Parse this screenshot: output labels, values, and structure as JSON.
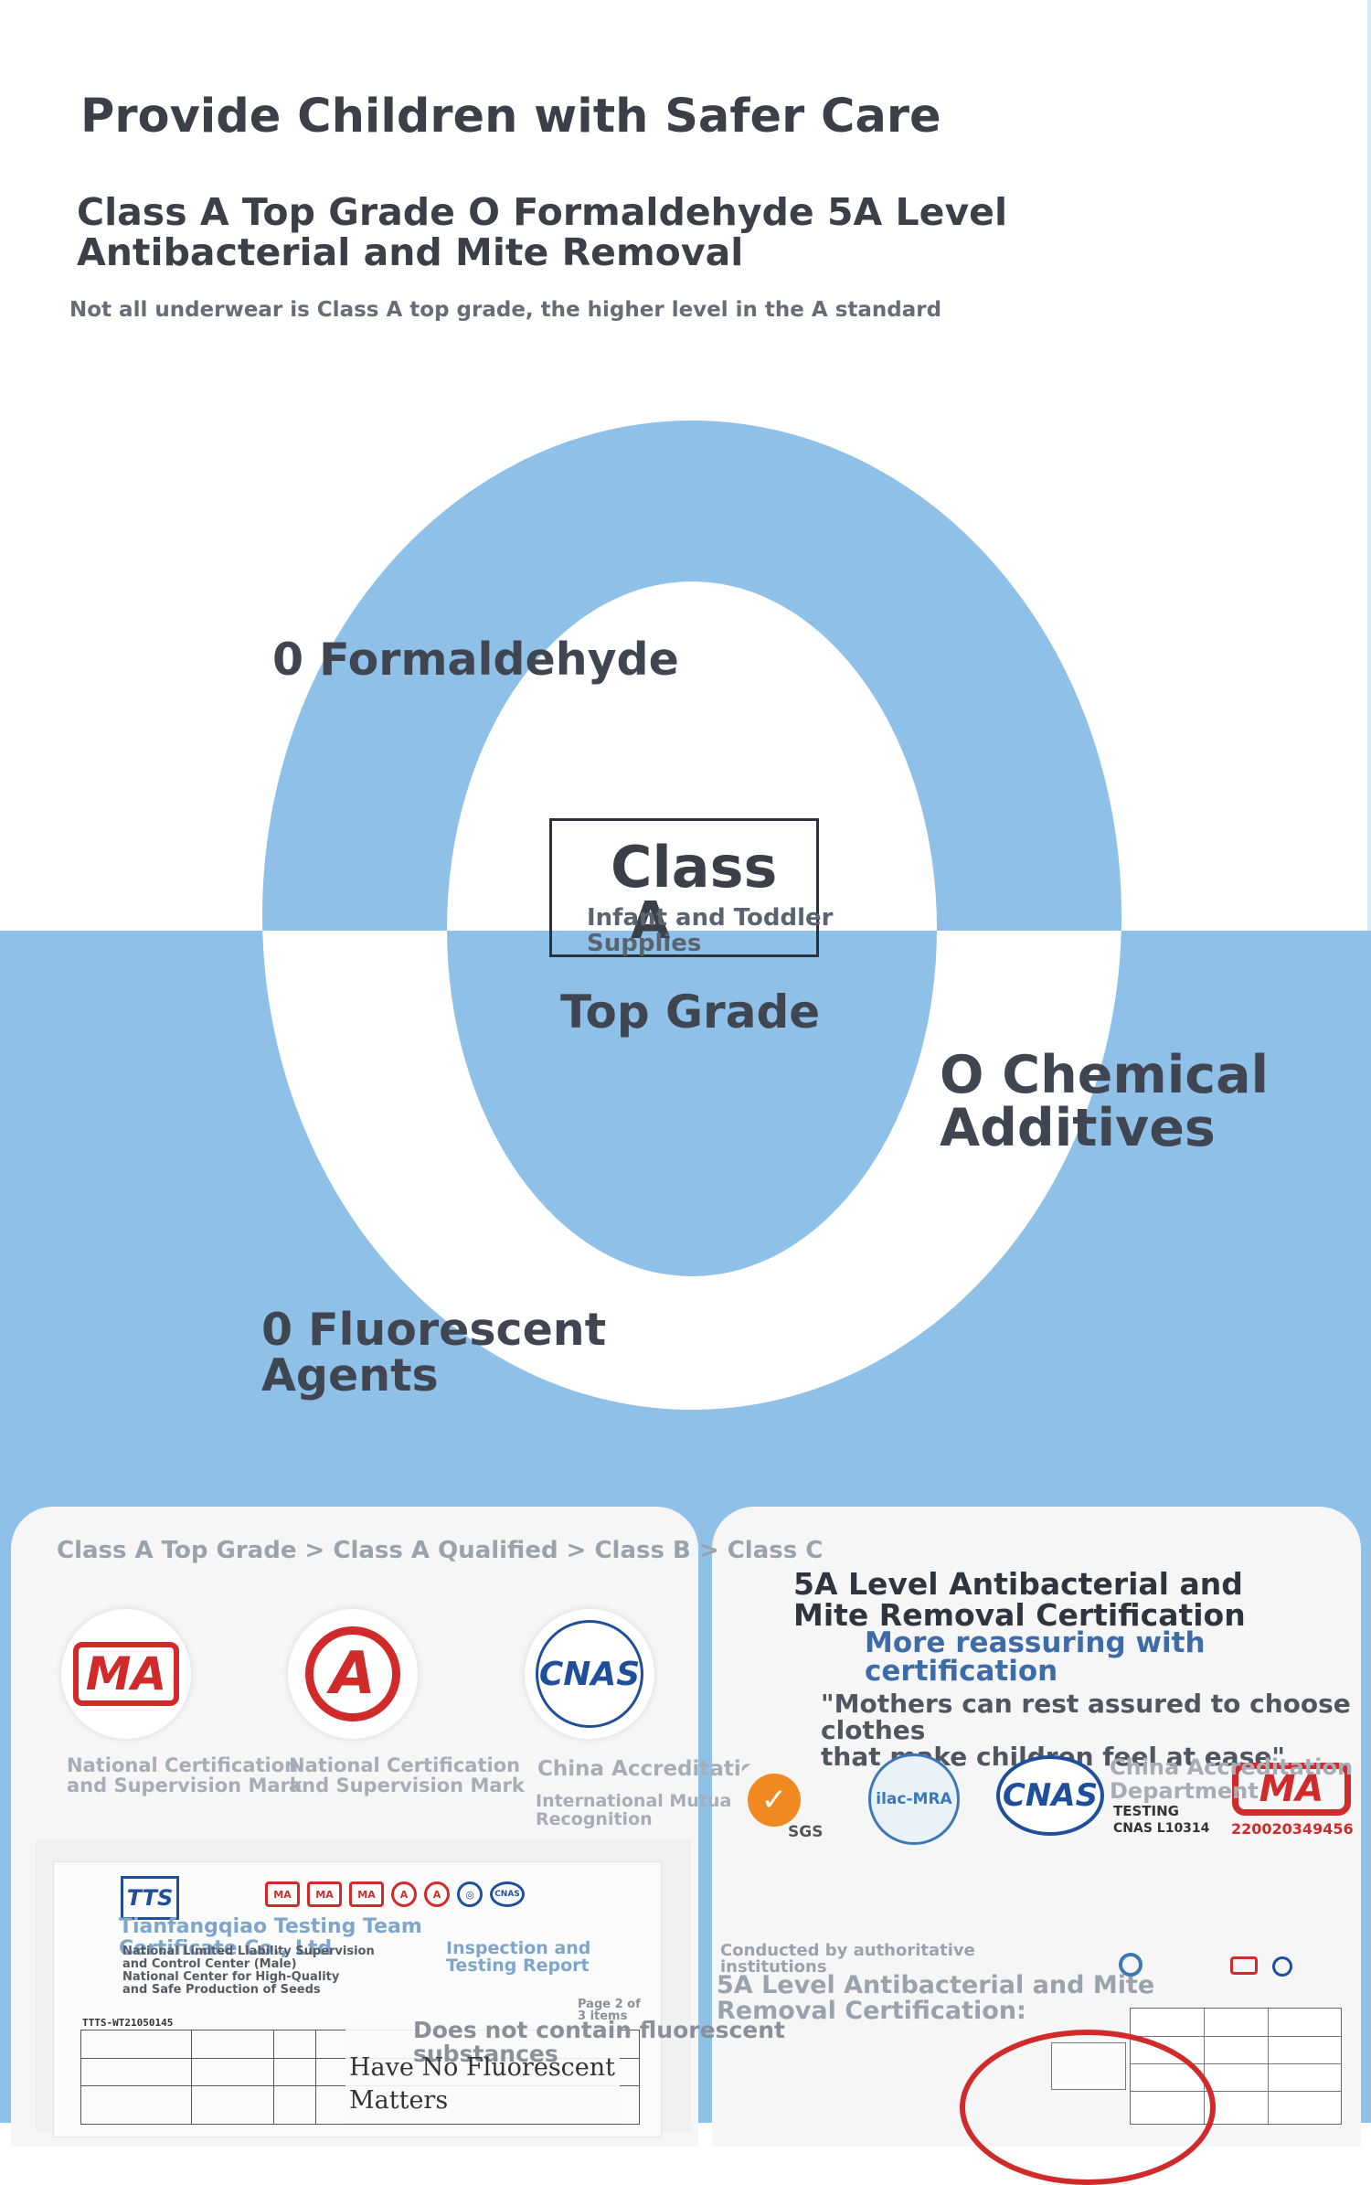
{
  "header": {
    "title": "Provide Children with Safer Care",
    "subtitle": "Class A Top Grade O Formaldehyde 5A Level\n Antibacterial and Mite Removal",
    "note": "Not all underwear is Class A top grade, the higher level in the A standard"
  },
  "ring": {
    "formaldehyde": "0 Formaldehyde",
    "chemical": "O Chemical\n Additives",
    "fluorescent": "0 Fluorescent\n Agents",
    "badge_class": "Class",
    "badge_a": "A",
    "badge_infant": "Infant and Toddler\nSupplies",
    "top_grade": "Top Grade",
    "colors": {
      "ring": "#8fc0e8",
      "ring_inner_top": "#ffffff",
      "background_bottom": "#8fc0e8"
    }
  },
  "left_panel": {
    "grade_chain": "Class A Top Grade > Class A Qualified > Class B > Class C",
    "certs": [
      {
        "logo": "MA",
        "caption": "National Certification\n and Supervision Mark"
      },
      {
        "logo": "A",
        "caption": "National Certification\nand Supervision Mark"
      },
      {
        "logo": "CNAS",
        "caption": "China Accreditation",
        "sub": "International Mutual\n  Recognition"
      }
    ],
    "report": {
      "team": "Tianfangqiao Testing Team\nCertificate Co., Ltd",
      "supervision": "National Limited Liability Supervision\n and Control Center (Male)\nNational Center for High-Quality\n and Safe Production of Seeds",
      "inspection": "Inspection and\n  Testing Report",
      "page": "Page 2 of\n 3 items",
      "report_no": "TTTS-WT21050145",
      "does_not_contain": "Does not contain fluorescent\n      substances",
      "have_no": "Have No Fluorescent\n      Matters"
    }
  },
  "right_panel": {
    "title": "5A Level Antibacterial and\n Mite Removal Certification",
    "blue_text": "More reassuring with\ncertification",
    "quote": "\"Mothers can rest assured to choose clothes\n that make children feel at ease\"",
    "china_accreditation": "China Accreditation\nDepartment",
    "sgs": "SGS",
    "ilac": "ilac-MRA",
    "cnas": "CNAS",
    "cnas_testing": "TESTING",
    "cnas_code": "CNAS L10314",
    "cma": "MA",
    "cma_code": "220020349456",
    "conducted": "Conducted by authoritative\n institutions",
    "five_a": "5A Level Antibacterial and Mite\n Removal Certification:"
  }
}
